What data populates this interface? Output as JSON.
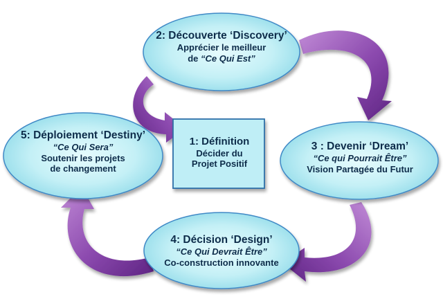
{
  "colors": {
    "ellipse_fill_light": "#e6fbfd",
    "ellipse_fill_dark": "#9fe3ef",
    "ellipse_stroke": "#3f89c6",
    "center_fill": "#bfeef6",
    "center_stroke": "#2f6fa8",
    "arrow_light": "#c08ad6",
    "arrow_dark": "#6a2c8e",
    "text": "#0d2c4a"
  },
  "center": {
    "title": "1: Définition",
    "line1": "Décider du",
    "line2": "Projet Positif"
  },
  "stages": {
    "discovery": {
      "title": "2: Découverte ‘Discovery’",
      "line1": "Apprécier le meilleur",
      "line2_prefix": "de ",
      "line2_em": "“Ce Qui Est”"
    },
    "dream": {
      "title": "3 : Devenir ‘Dream’",
      "line1_em": "“Ce qui Pourrait Être”",
      "line2": "Vision Partagée du Futur"
    },
    "design": {
      "title": "4: Décision ‘Design’",
      "line1_em": "“Ce Qui Devrait Être”",
      "line2": "Co-construction innovante"
    },
    "destiny": {
      "title": "5: Déploiement ‘Destiny’",
      "line1_em": "“Ce Qui Sera”",
      "line2": "Soutenir les projets",
      "line3": "de changement"
    }
  }
}
